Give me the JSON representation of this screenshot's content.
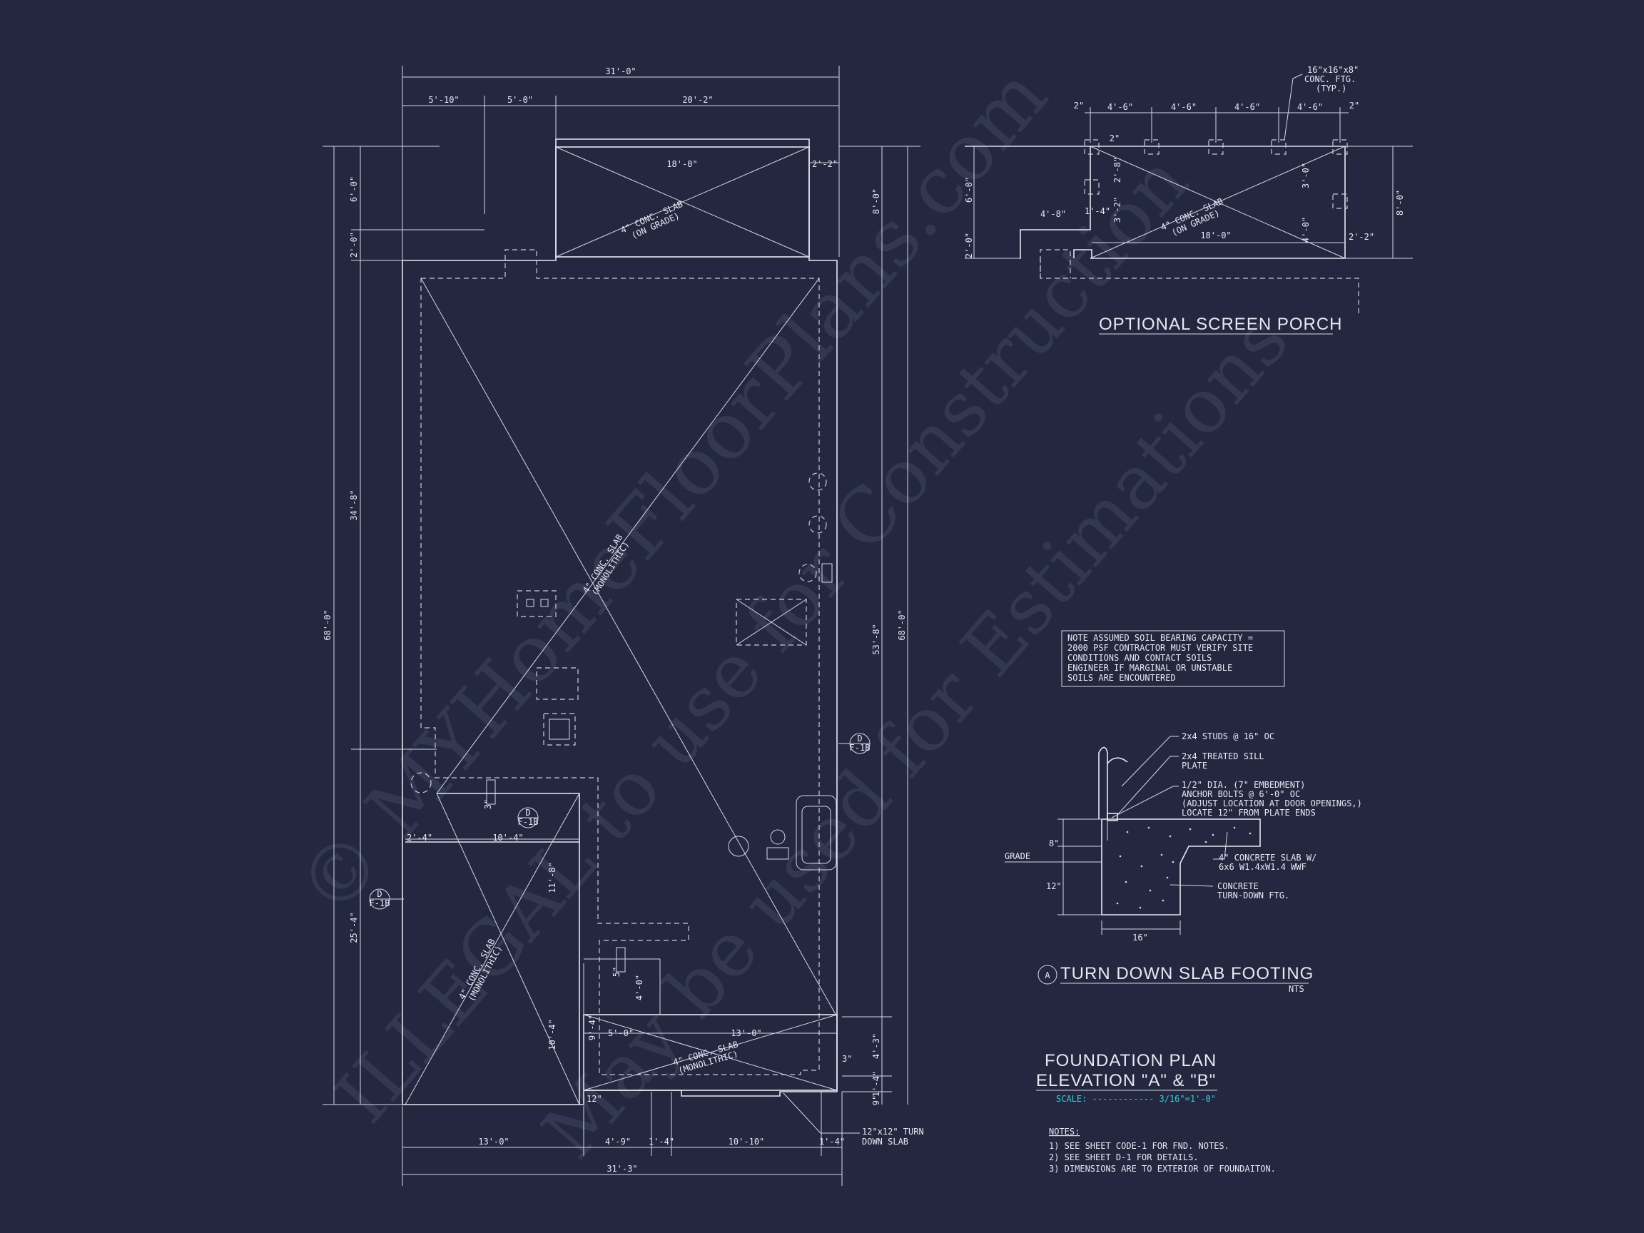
{
  "colors": {
    "background": "#232840",
    "lines": "#e6e8f2",
    "scale_text": "#2fd0e0"
  },
  "watermark": {
    "line1": "© MYHomeFloorPlans.com",
    "line2": "ILLEGAL to use for Construction",
    "line3": "May be used for Estimations"
  },
  "main_plan": {
    "dims_top": {
      "overall": "31'-0\"",
      "seg1": "5'-10\"",
      "seg2": "5'-0\"",
      "seg3": "20'-2\""
    },
    "porch_slab_width": "18'-0\"",
    "porch_offset": "2'-2\"",
    "left_dims": {
      "d1": "6'-0\"",
      "d2": "2'-0\"",
      "d3": "34'-8\"",
      "overall": "68'-0\"",
      "d4": "25'-4\""
    },
    "right_dims": {
      "d1": "8'-0\"",
      "overall": "68'-0\"",
      "d2": "53'-8\"",
      "d3": "4'-3\"",
      "d4": "1'-4\"",
      "d5": "9\"",
      "d6": "3\""
    },
    "inner_dims": {
      "a": "2'-4\"",
      "b": "10'-4\"",
      "c": "11'-8\"",
      "d": "10'-4\"",
      "e": "9'-4\"",
      "f": "5'-0\"",
      "g": "13'-0\"",
      "h": "4'-0\"",
      "i": "3\"",
      "j": "5\"",
      "k": "12\""
    },
    "bottom_dims": {
      "seg1": "13'-0\"",
      "seg2": "4'-9\"",
      "seg3": "1'-4\"",
      "seg4": "10'-10\"",
      "seg5": "1'-4\"",
      "overall": "31'-3\""
    },
    "slab_main": "4\" CONC. SLAB",
    "slab_main_sub": "(MONOLITHIC)",
    "slab_porch": "4\" CONC. SLAB",
    "slab_porch_sub": "(ON GRADE)",
    "turn_down_note": [
      "12\"x12\" TURN",
      "DOWN SLAB"
    ],
    "section_tags": [
      {
        "top": "D",
        "bottom": "F-1B"
      },
      {
        "top": "D",
        "bottom": "F-1B"
      },
      {
        "top": "D",
        "bottom": "F-1B"
      }
    ]
  },
  "screen_porch": {
    "title": "OPTIONAL SCREEN PORCH",
    "footing_note": [
      "16\"x16\"x8\"",
      "CONC. FTG.",
      "(TYP.)"
    ],
    "top_dims": [
      "2\"",
      "4'-6\"",
      "4'-6\"",
      "4'-6\"",
      "4'-6\"",
      "2\""
    ],
    "side_dims": {
      "l1": "6'-0\"",
      "l2": "2'-0\"",
      "r1": "8'-0\"",
      "a": "4'-8\"",
      "b": "1'-4\"",
      "c": "3'-2\"",
      "d": "2'-8\"",
      "e": "3'-0\"",
      "f": "4'-0\"",
      "g": "2'-2\"",
      "h": "2\""
    },
    "slab_width": "18'-0\"",
    "slab": "4\" CONC. SLAB",
    "slab_sub": "(ON GRADE)"
  },
  "soil_note": [
    "NOTE ASSUMED SOIL BEARING CAPACITY =",
    "2000 PSF CONTRACTOR MUST VERIFY SITE",
    "CONDITIONS AND CONTACT SOILS",
    "ENGINEER IF MARGINAL OR UNSTABLE",
    "SOILS ARE ENCOUNTERED"
  ],
  "footing_detail": {
    "callouts": [
      [
        "2x4 STUDS @ 16\" OC"
      ],
      [
        "2x4 TREATED SILL",
        "PLATE"
      ],
      [
        "1/2\" DIA. (7\" EMBEDMENT)",
        "ANCHOR BOLTS @ 6'-0\" OC",
        "(ADJUST LOCATION AT DOOR OPENINGS,)",
        "LOCATE 12\" FROM PLATE ENDS"
      ],
      [
        "4\" CONCRETE SLAB W/",
        "6x6 W1.4xW1.4 WWF"
      ],
      [
        "CONCRETE",
        "TURN-DOWN FTG."
      ]
    ],
    "grade": "GRADE",
    "dim_8": "8\"",
    "dim_12": "12\"",
    "dim_16": "16\"",
    "bubble": "A",
    "title": "TURN DOWN SLAB FOOTING",
    "nts": "NTS"
  },
  "title_block": {
    "line1": "FOUNDATION PLAN",
    "line2": "ELEVATION \"A\" & \"B\"",
    "scale": "SCALE: ------------ 3/16\"=1'-0\""
  },
  "notes": {
    "heading": "NOTES:",
    "items": [
      "1)  SEE SHEET CODE-1 FOR FND. NOTES.",
      "2)  SEE SHEET D-1 FOR DETAILS.",
      "3)  DIMENSIONS ARE TO EXTERIOR OF FOUNDAITON."
    ]
  }
}
